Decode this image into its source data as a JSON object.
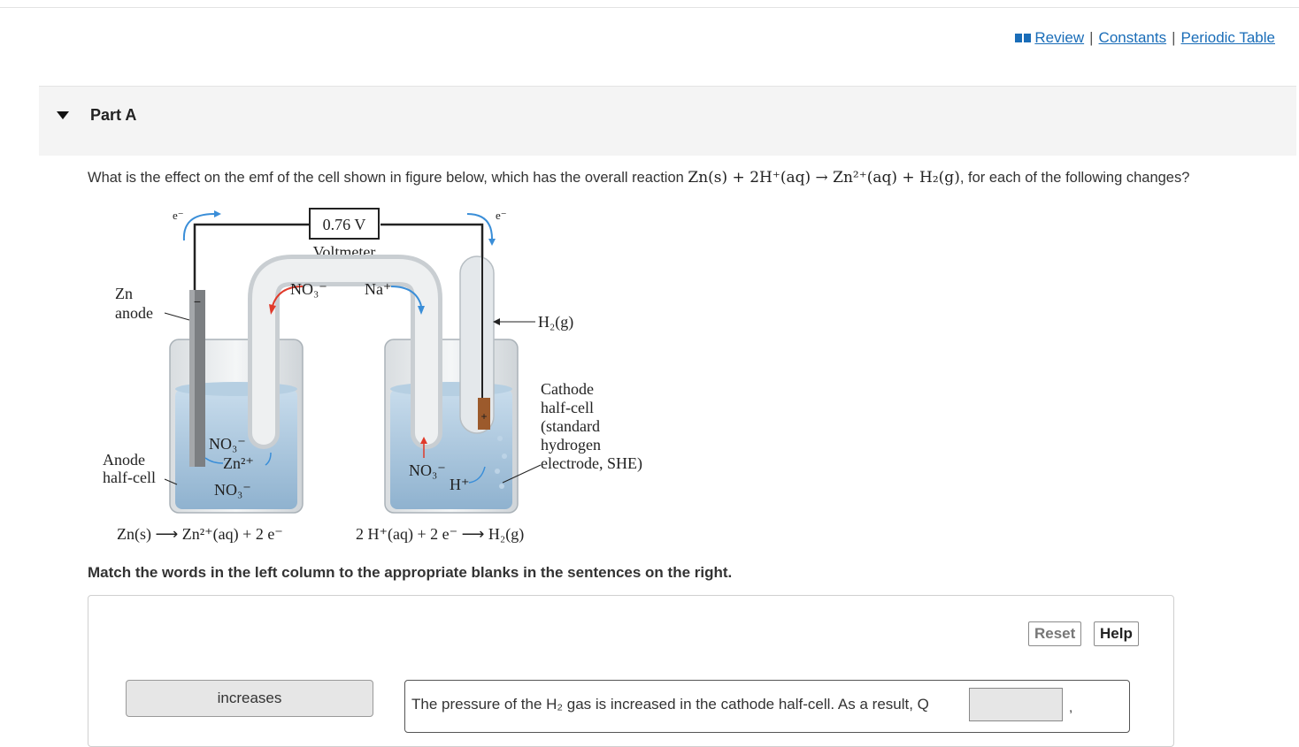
{
  "header": {
    "links": [
      {
        "label": "Review"
      },
      {
        "label": "Constants"
      },
      {
        "label": "Periodic Table"
      }
    ]
  },
  "part": {
    "title": "Part A"
  },
  "question": {
    "before": "What is the effect on the emf of the cell shown in figure below, which has the overall reaction ",
    "reaction": "Zn(s) + 2H⁺(aq) → Zn²⁺(aq) + H₂(g)",
    "after": ", for each of the following changes?"
  },
  "figure": {
    "voltmeter_reading": "0.76 V",
    "voltmeter_label": "Voltmeter",
    "electron_left": "e⁻",
    "electron_right": "e⁻",
    "zn_label_1": "Zn",
    "zn_label_2": "anode",
    "salt_anion": "NO₃⁻",
    "salt_cation": "Na⁺",
    "h2_label": "H₂(g)",
    "cathode_lines": [
      "Cathode",
      "half-cell",
      "(standard",
      "hydrogen",
      "electrode, SHE)"
    ],
    "anode_lines": [
      "Anode",
      "half-cell"
    ],
    "left_ions": [
      "NO₃⁻",
      "Zn²⁺",
      "NO₃⁻"
    ],
    "right_ions": [
      "NO₃⁻",
      "H⁺"
    ],
    "plus_sign": "+",
    "anode_eq": "Zn(s) ⟶ Zn²⁺(aq) + 2 e⁻",
    "cathode_eq": "2 H⁺(aq) + 2 e⁻ ⟶ H₂(g)"
  },
  "instructions": "Match the words in the left column to the appropriate blanks in the sentences on the right.",
  "buttons": {
    "reset": "Reset",
    "help": "Help"
  },
  "chips": [
    "increases"
  ],
  "sentences": [
    {
      "text": "The pressure of the H₂ gas is increased in the cathode half-cell. As a result, Q",
      "after_blank": ","
    }
  ]
}
